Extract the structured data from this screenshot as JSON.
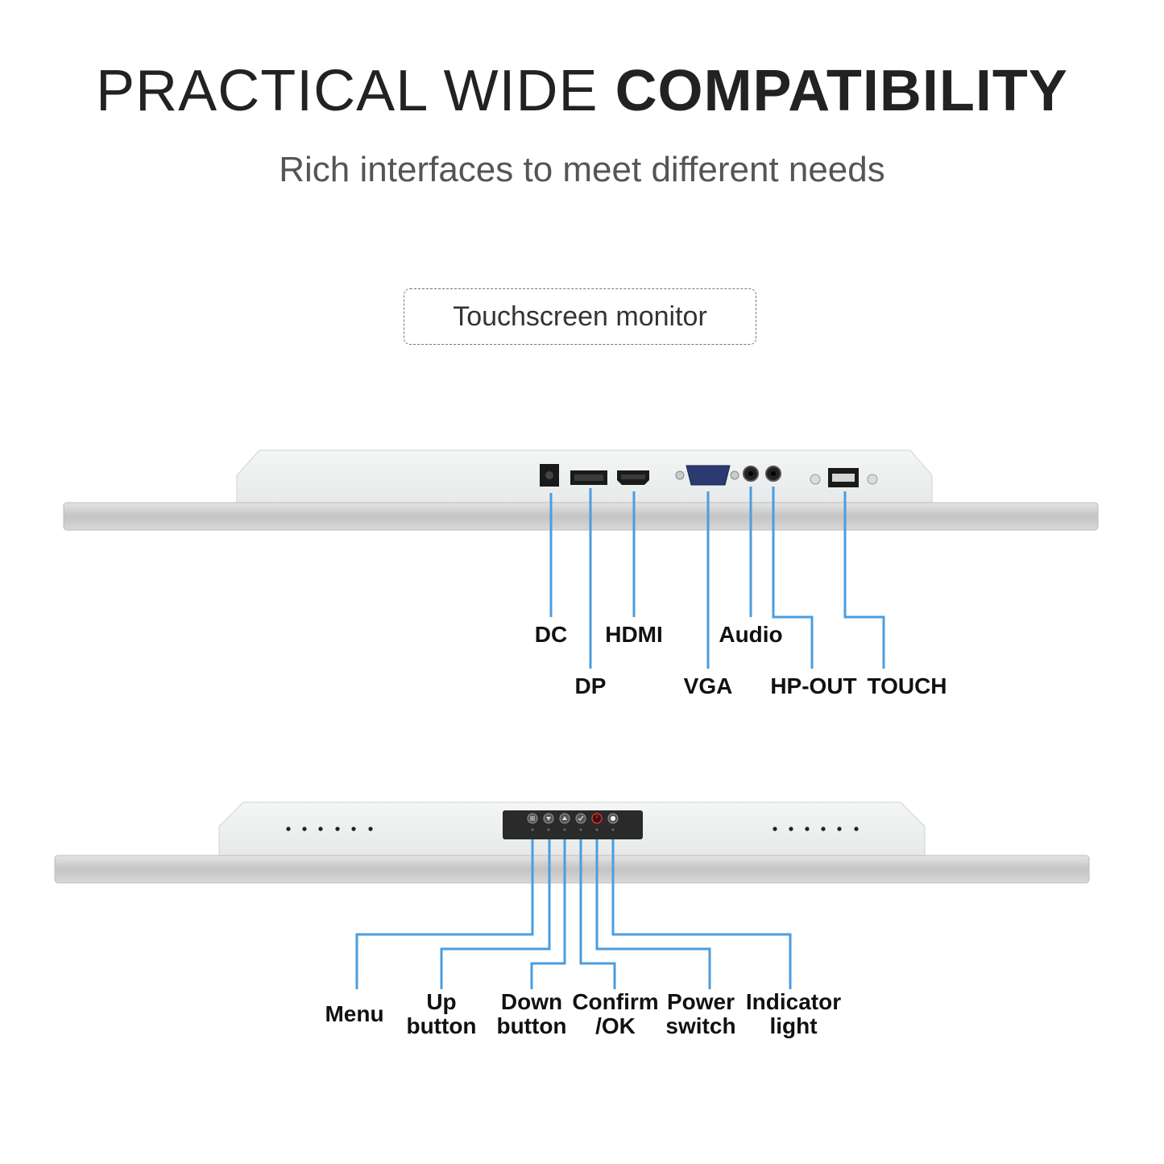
{
  "header": {
    "title_light": "PRACTICAL WIDE ",
    "title_bold": "COMPATIBILITY",
    "subtitle": "Rich interfaces to meet different needs"
  },
  "badge": {
    "label": "Touchscreen monitor"
  },
  "ports_panel": {
    "port_labels": {
      "dc": "DC",
      "dp": "DP",
      "hdmi": "HDMI",
      "vga": "VGA",
      "audio": "Audio",
      "hp_out": "HP-OUT",
      "touch": "TOUCH"
    }
  },
  "buttons_panel": {
    "menu": "Menu",
    "up": [
      "Up",
      "button"
    ],
    "down": [
      "Down",
      "button"
    ],
    "confirm": [
      "Confirm",
      "/OK"
    ],
    "power": [
      "Power",
      "switch"
    ],
    "indicator": [
      "Indicator",
      "light"
    ]
  },
  "colors": {
    "leader_line": "#4a9de0",
    "bezel_silver": "#c8c8c8",
    "housing": "#eef0f0",
    "button_strip": "#2a2a2a",
    "power_red": "#d9302a"
  }
}
